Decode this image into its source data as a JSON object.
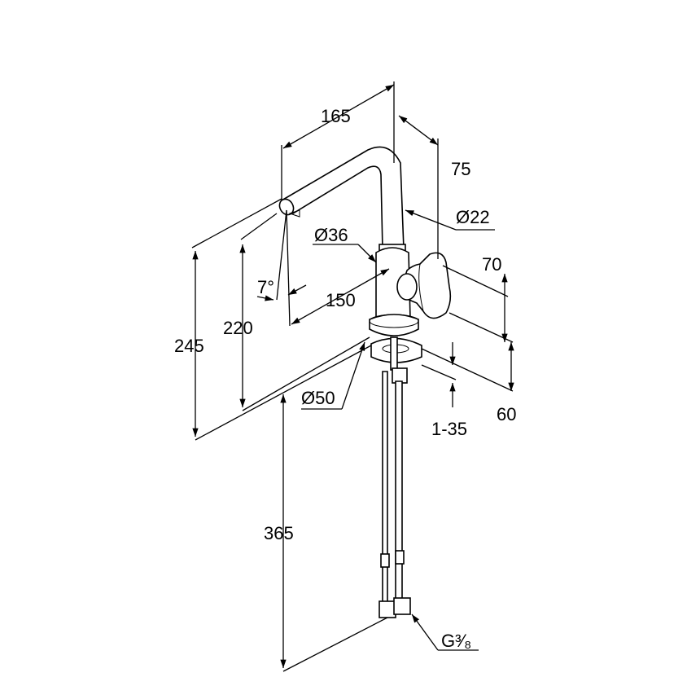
{
  "dimensions": {
    "d165": "165",
    "d75": "75",
    "d22": "Ø22",
    "d36": "Ø36",
    "d70": "70",
    "d7": "7°",
    "d150": "150",
    "d220": "220",
    "d245": "245",
    "d50": "Ø50",
    "d1_35": "1-35",
    "d60": "60",
    "d365": "365",
    "dG38": "G³⁄₈"
  }
}
